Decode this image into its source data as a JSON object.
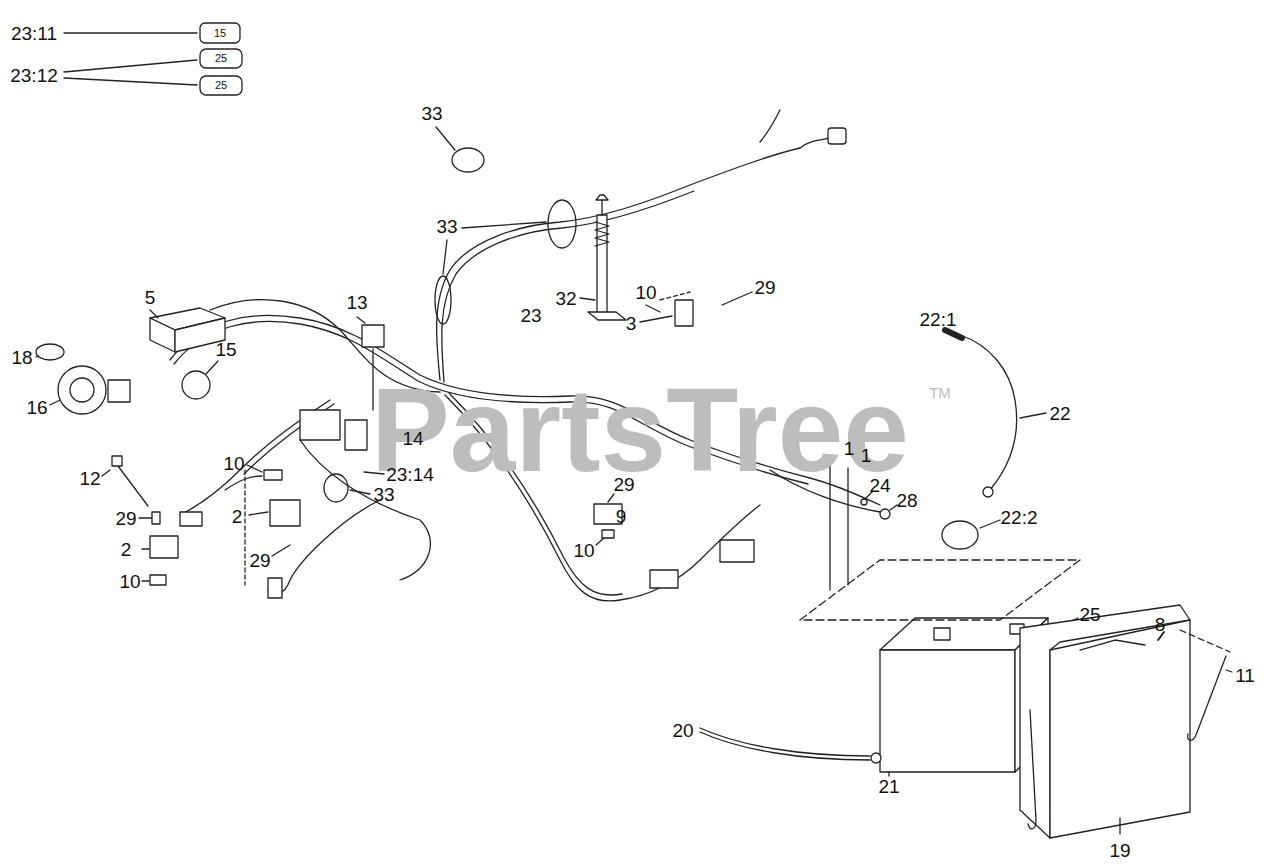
{
  "diagram": {
    "labels": [
      "23:11",
      "15",
      "23:12",
      "25",
      "25",
      "33",
      "33",
      "5",
      "13",
      "32",
      "10",
      "29",
      "23",
      "3",
      "22:1",
      "18",
      "15",
      "16",
      "22",
      "14",
      "PartsTree",
      "TM",
      "1",
      "1",
      "10",
      "23:14",
      "12",
      "29",
      "24",
      "33",
      "28",
      "9",
      "2",
      "22:2",
      "29",
      "10",
      "2",
      "29",
      "10",
      "25",
      "8",
      "11",
      "20",
      "21",
      "19"
    ]
  }
}
